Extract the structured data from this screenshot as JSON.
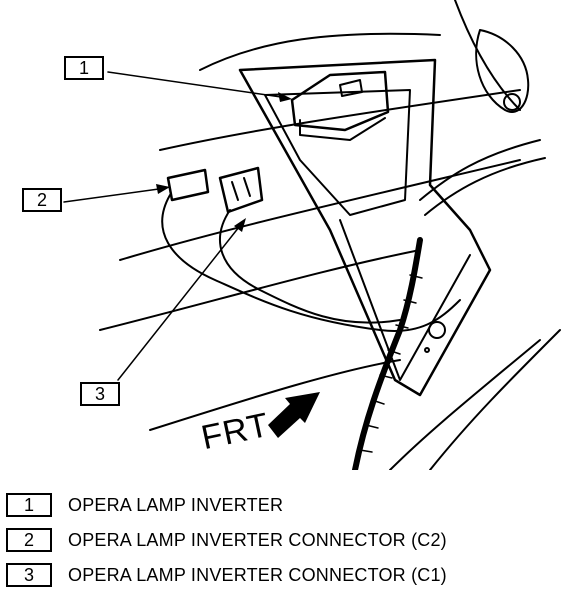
{
  "callouts": [
    {
      "number": "1",
      "text": "OPERA LAMP INVERTER"
    },
    {
      "number": "2",
      "text": "OPERA LAMP INVERTER CONNECTOR (C2)"
    },
    {
      "number": "3",
      "text": "OPERA LAMP INVERTER CONNECTOR (C1)"
    }
  ],
  "direction_label": "FRT"
}
